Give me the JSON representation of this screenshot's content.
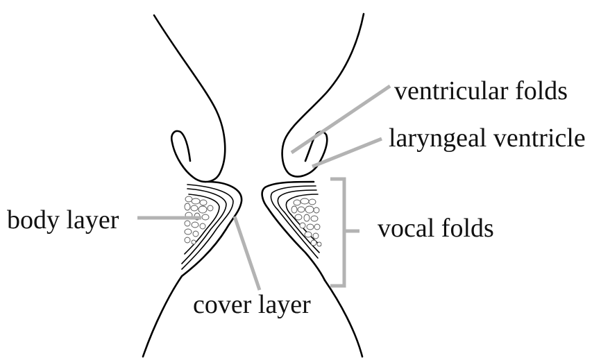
{
  "labels": {
    "ventricular_folds": "ventricular folds",
    "laryngeal_ventricle": "laryngeal ventricle",
    "vocal_folds": "vocal folds",
    "body_layer": "body layer",
    "cover_layer": "cover layer"
  },
  "colors": {
    "outline": "#000000",
    "leader": "#b3b3b3",
    "background": "#ffffff"
  }
}
